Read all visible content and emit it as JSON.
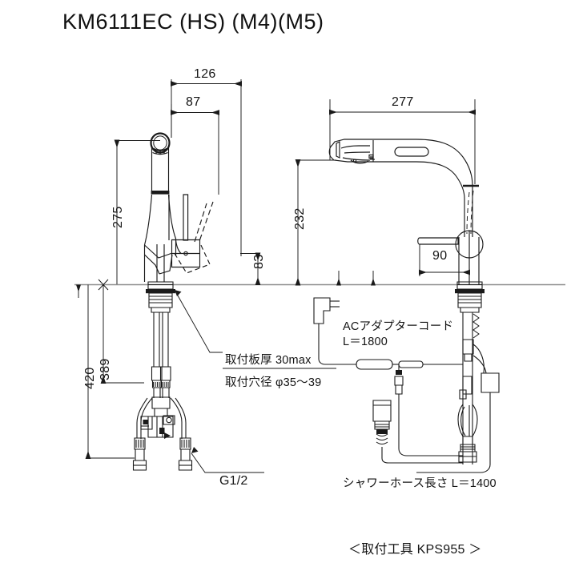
{
  "page": {
    "title": "KM6111EC (HS) (M4)(M5)",
    "background": "#ffffff",
    "line_color": "#1a1a1a",
    "baseline_color": "#8c8c8c"
  },
  "left_view": {
    "name": "front-elevation",
    "dimensions": {
      "width_overall": "126",
      "width_inner": "87",
      "height_above_deck": "275",
      "lever_height": "83",
      "depth_below_deck": "389",
      "total_below_deck": "420"
    },
    "callouts": {
      "plate_thickness": "取付板厚 30max",
      "hole_diameter": "取付穴径 φ35〜39",
      "connection_thread": "G1/2"
    }
  },
  "right_view": {
    "name": "side-elevation",
    "dimensions": {
      "reach": "277",
      "height": "232",
      "handle_offset": "90"
    },
    "callouts": {
      "ac_adapter_line1": "ACアダプターコード",
      "ac_adapter_line2": "L＝1800",
      "shower_hose": "シャワーホース長さ L＝1400"
    }
  },
  "footer": {
    "tool_note": "＜取付工具 KPS955 ＞"
  }
}
